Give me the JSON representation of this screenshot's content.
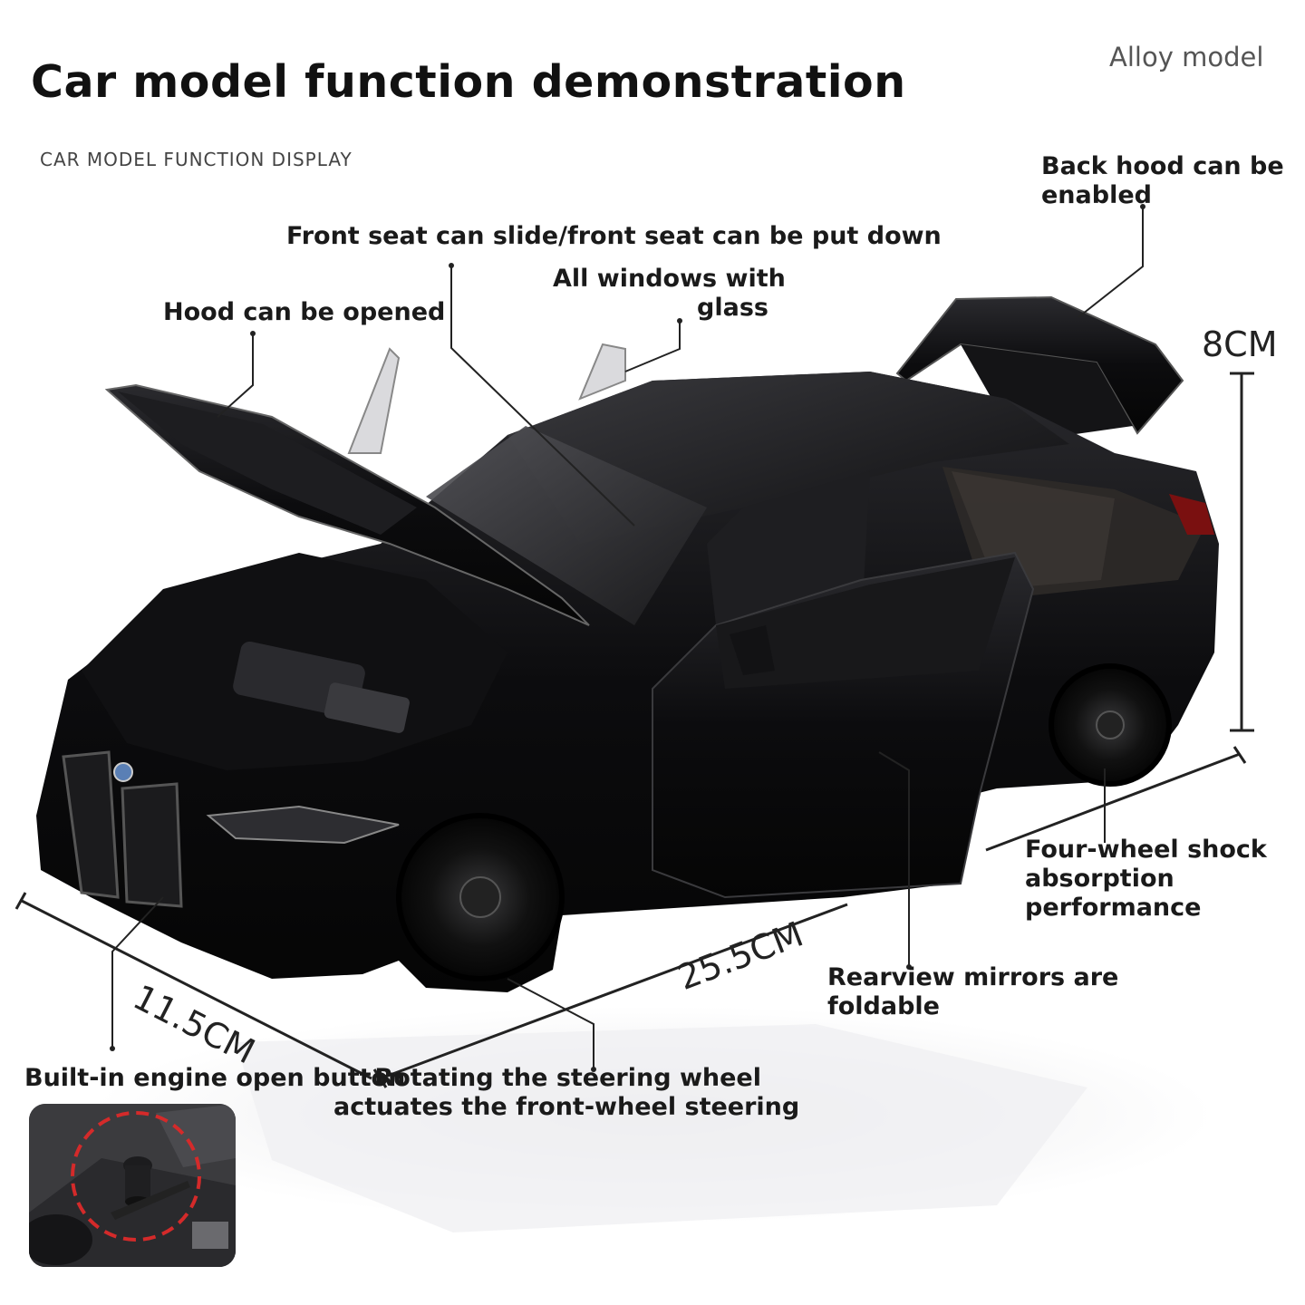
{
  "header": {
    "title": "Car model function demonstration",
    "subtitle": "CAR MODEL FUNCTION DISPLAY",
    "brand_tag": "Alloy model"
  },
  "callouts": {
    "back_hood": [
      "Back hood can be",
      "enabled"
    ],
    "front_seat": "Front seat can slide/front seat can be put down",
    "windows": [
      "All windows with",
      "glass"
    ],
    "hood": "Hood can be opened",
    "shock": [
      "Four-wheel shock",
      "absorption",
      "performance"
    ],
    "mirrors": [
      "Rearview mirrors are",
      "foldable"
    ],
    "engine_button": "Built-in engine open button",
    "steering": [
      "Rotating the steering wheel",
      "actuates the front-wheel steering"
    ]
  },
  "dimensions": {
    "height": "8CM",
    "length": "25.5CM",
    "width": "11.5CM"
  },
  "colors": {
    "car_body": "#0b0b0c",
    "leader_line": "#222222",
    "button_highlight": "#d42a2a",
    "tail_light": "#7a1010"
  }
}
